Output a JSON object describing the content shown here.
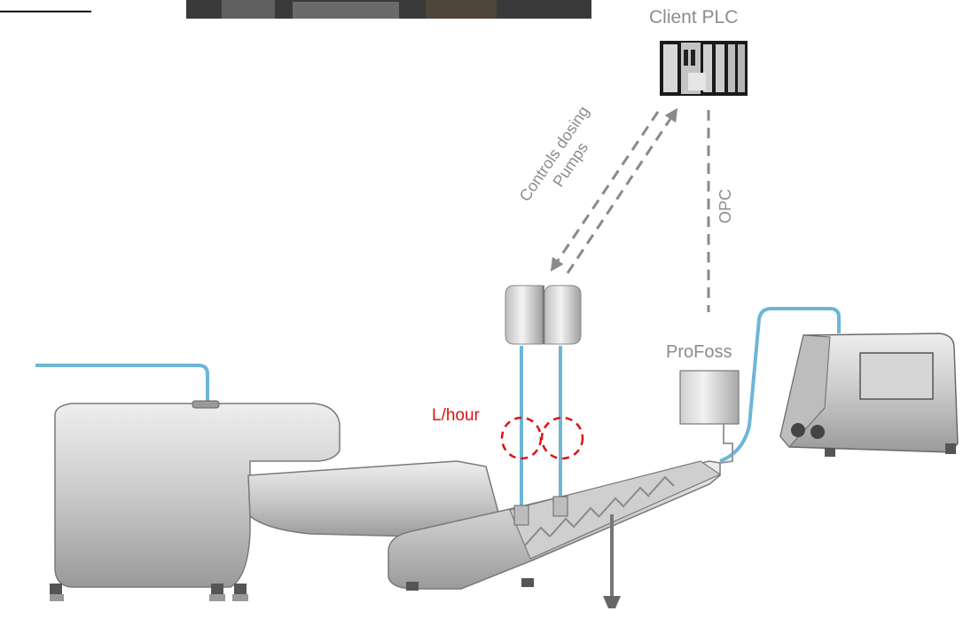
{
  "labels": {
    "client_plc": "Client PLC",
    "controls_dosing": "Controls dosing",
    "pumps": "Pumps",
    "opc": "OPC",
    "profoss": "ProFoss",
    "flow_unit": "L/hour"
  },
  "colors": {
    "label_gray": "#8c8c8c",
    "arrow_gray": "#8a8a8a",
    "highlight_red": "#e01010",
    "pipe_blue": "#6cb6d8",
    "machine_light": "#dcdcdc",
    "machine_mid": "#b0b0b0",
    "machine_dark": "#5c5c5c"
  }
}
